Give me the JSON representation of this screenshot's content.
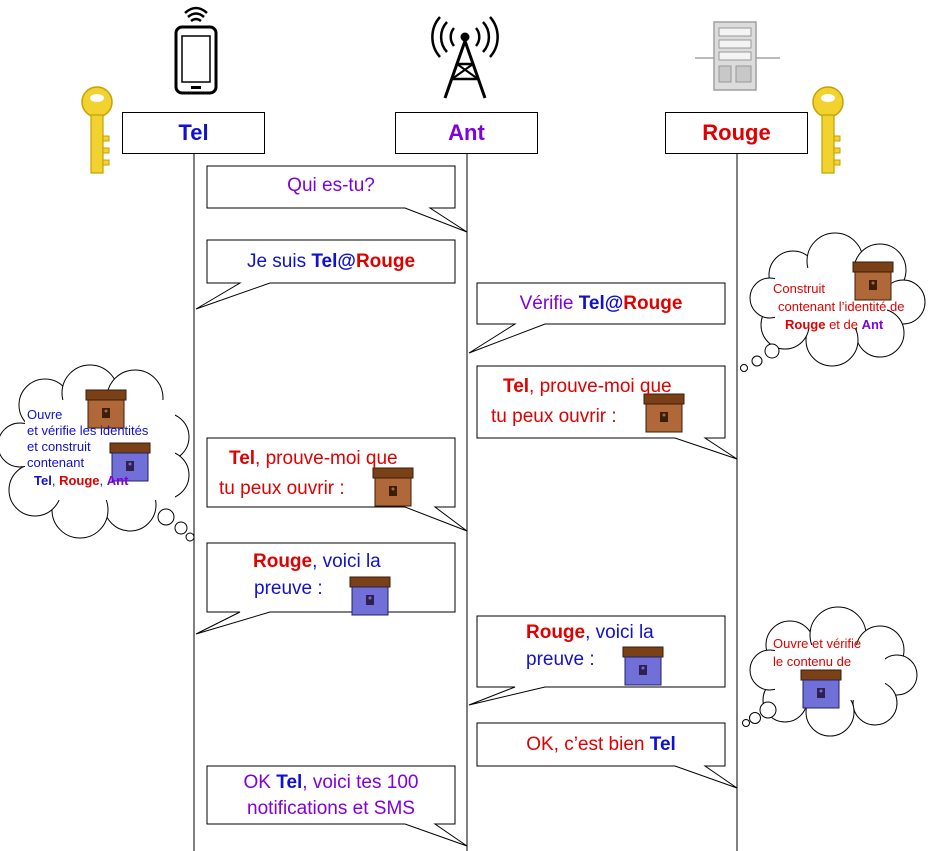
{
  "colors": {
    "tel": "#1010d0",
    "ant": "#8000e0",
    "rouge": "#e00000",
    "box_brown": "#b06838",
    "box_blue": "#7070d8",
    "key": "#f2d22e"
  },
  "actors": {
    "tel": {
      "label": "Tel",
      "icon": "smartphone-icon"
    },
    "ant": {
      "label": "Ant",
      "icon": "antenna-tower-icon"
    },
    "rouge": {
      "label": "Rouge",
      "icon": "server-icon"
    }
  },
  "icons": {
    "key_left": "key-icon",
    "key_right": "key-icon",
    "brown_box": "locked-box-brown-icon",
    "blue_box": "locked-box-blue-icon"
  },
  "messages": {
    "m1": {
      "text": "Qui es-tu?"
    },
    "m2": {
      "prefix": "Je suis ",
      "tel": "Tel",
      "at": "@",
      "rouge": "Rouge"
    },
    "m3": {
      "prefix": "Vérifie ",
      "tel": "Tel",
      "at": "@",
      "rouge": "Rouge"
    },
    "m4": {
      "who": "Tel",
      "line1": ", prouve-moi que",
      "line2": "tu peux ouvrir :"
    },
    "m5": {
      "who": "Tel",
      "line1": ", prouve-moi que",
      "line2": "tu peux ouvrir :"
    },
    "m6": {
      "who": "Rouge",
      "line1": ", voici la",
      "line2": "preuve :"
    },
    "m7": {
      "who": "Rouge",
      "line1": ", voici la",
      "line2": "preuve :"
    },
    "m8": {
      "prefix": "OK, c’est bien ",
      "tel": "Tel"
    },
    "m9": {
      "pre": "OK ",
      "tel": "Tel",
      "line1": ", voici tes 100",
      "line2": "notifications et SMS"
    }
  },
  "thoughts": {
    "rouge_build": {
      "line1": "Construit",
      "line2": "contenant l’identité de",
      "rouge": "Rouge",
      "mid": " et de ",
      "ant": "Ant"
    },
    "tel_open": {
      "line1": "Ouvre",
      "line2": "et vérifie les identités",
      "line3": "et construit",
      "line4": "contenant",
      "tel": "Tel",
      "sep1": ", ",
      "rouge": "Rouge",
      "sep2": ", ",
      "ant": "Ant"
    },
    "rouge_check": {
      "line1": "Ouvre et vérifie",
      "line2": "le contenu de"
    }
  }
}
